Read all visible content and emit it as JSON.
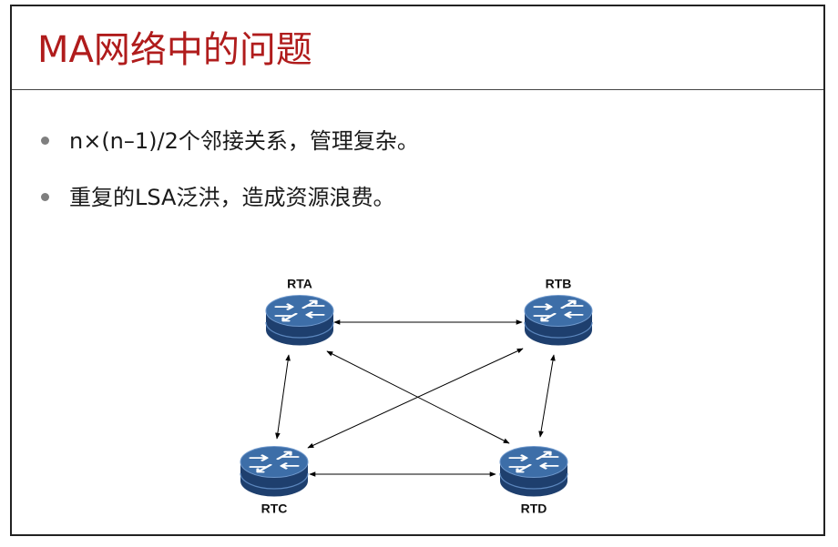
{
  "slide": {
    "title": "MA网络中的问题",
    "bullets": [
      {
        "text": "n×(n–1)/2个邻接关系，管理复杂。"
      },
      {
        "text": "重复的LSA泛洪，造成资源浪费。"
      }
    ]
  },
  "diagram": {
    "routers": [
      {
        "id": "rta",
        "label": "RTA"
      },
      {
        "id": "rtb",
        "label": "RTB"
      },
      {
        "id": "rtc",
        "label": "RTC"
      },
      {
        "id": "rtd",
        "label": "RTD"
      }
    ],
    "links": [
      {
        "from": "rta",
        "to": "rtb"
      },
      {
        "from": "rta",
        "to": "rtc"
      },
      {
        "from": "rta",
        "to": "rtd"
      },
      {
        "from": "rtb",
        "to": "rtc"
      },
      {
        "from": "rtb",
        "to": "rtd"
      },
      {
        "from": "rtc",
        "to": "rtd"
      }
    ],
    "colors": {
      "router_top": "#3d6ea8",
      "router_body": "#1e3f6e",
      "title": "#b01c1c",
      "arrow": "#000000"
    },
    "icon": "router-icon"
  }
}
